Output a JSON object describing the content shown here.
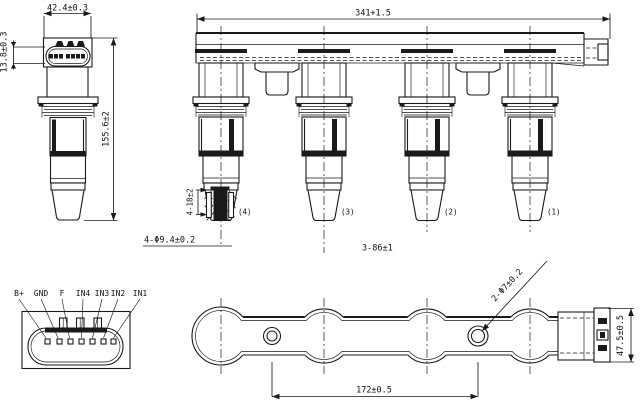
{
  "drawing": {
    "background": "#ffffff",
    "line_color": "#1a1a1a"
  },
  "views": {
    "coil_side": {
      "dim_width": "42.4±0.3",
      "dim_connector_height": "13.8±0.3",
      "dim_overall_height": "155.6±2"
    },
    "rail_side": {
      "dim_overall_length": "341+1.5",
      "dim_boot_depth": "4-18±2",
      "dim_tower_hole": "4-Φ9.4±0.2",
      "dim_tower_pitch": "3-86±1",
      "tower_labels": [
        "(4)",
        "(3)",
        "(2)",
        "(1)"
      ]
    },
    "pinout": {
      "pins": [
        "B+",
        "GND",
        "F",
        "IN4",
        "IN3",
        "IN2",
        "IN1"
      ]
    },
    "rail_bottom": {
      "dim_hole_pitch": "172±0.5",
      "dim_hole_dia": "2-Φ7±0.2",
      "dim_width": "47.5±0.5"
    }
  }
}
